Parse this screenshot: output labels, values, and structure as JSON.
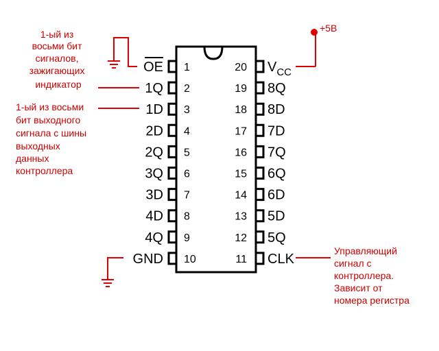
{
  "chip": {
    "left_pins": [
      {
        "number": "1",
        "label": "OE",
        "overline": true
      },
      {
        "number": "2",
        "label": "1Q"
      },
      {
        "number": "3",
        "label": "1D"
      },
      {
        "number": "4",
        "label": "2D"
      },
      {
        "number": "5",
        "label": "2Q"
      },
      {
        "number": "6",
        "label": "3Q"
      },
      {
        "number": "7",
        "label": "3D"
      },
      {
        "number": "8",
        "label": "4D"
      },
      {
        "number": "9",
        "label": "4Q"
      },
      {
        "number": "10",
        "label": "GND"
      }
    ],
    "right_pins": [
      {
        "number": "20",
        "label": "V",
        "subscript": "CC"
      },
      {
        "number": "19",
        "label": "8Q"
      },
      {
        "number": "18",
        "label": "8D"
      },
      {
        "number": "17",
        "label": "7D"
      },
      {
        "number": "16",
        "label": "7Q"
      },
      {
        "number": "15",
        "label": "6Q"
      },
      {
        "number": "14",
        "label": "6D"
      },
      {
        "number": "13",
        "label": "5D"
      },
      {
        "number": "12",
        "label": "5Q"
      },
      {
        "number": "11",
        "label": "CLK"
      }
    ]
  },
  "supply_label": "+5В",
  "annotations": {
    "output_bit": [
      "1-ый из",
      "восьми бит",
      "сигналов,",
      "зажигающих",
      "индикатор"
    ],
    "input_bit": [
      "1-ый из восьми",
      "бит выходного",
      "сигнала с шины",
      "выходных",
      "данных",
      "контроллера"
    ],
    "control": [
      "Управляющий",
      "сигнал с",
      "контроллера.",
      "Зависит от",
      "номера регистра"
    ]
  },
  "colors": {
    "ink": "#000000",
    "accent": "#e00000"
  }
}
